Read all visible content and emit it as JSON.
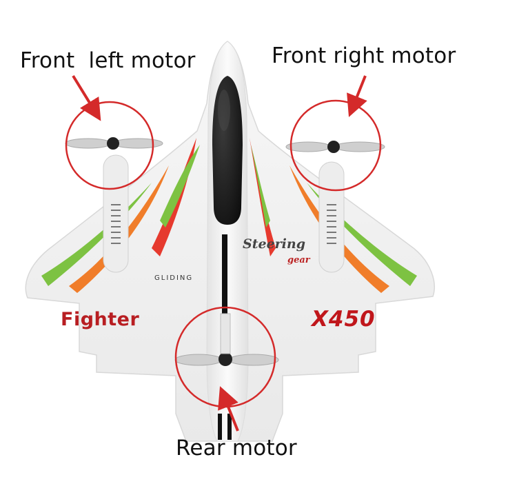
{
  "labels": {
    "front_left": "Front  left motor",
    "front_right": "Front right motor",
    "rear": "Rear motor"
  },
  "decals": {
    "fighter": "Fighter",
    "model": "X450",
    "gliding": "GLIDING",
    "steering": "Steering",
    "gear": "gear"
  },
  "colors": {
    "annotation_red": "#d42a2a",
    "stripe_green": "#7dc242",
    "stripe_orange": "#f07d2a",
    "stripe_red": "#e63a2e",
    "canopy": "#1d1d1d",
    "body": "#f4f4f4"
  },
  "icons": [
    "callout-circle",
    "callout-arrow",
    "propeller"
  ]
}
